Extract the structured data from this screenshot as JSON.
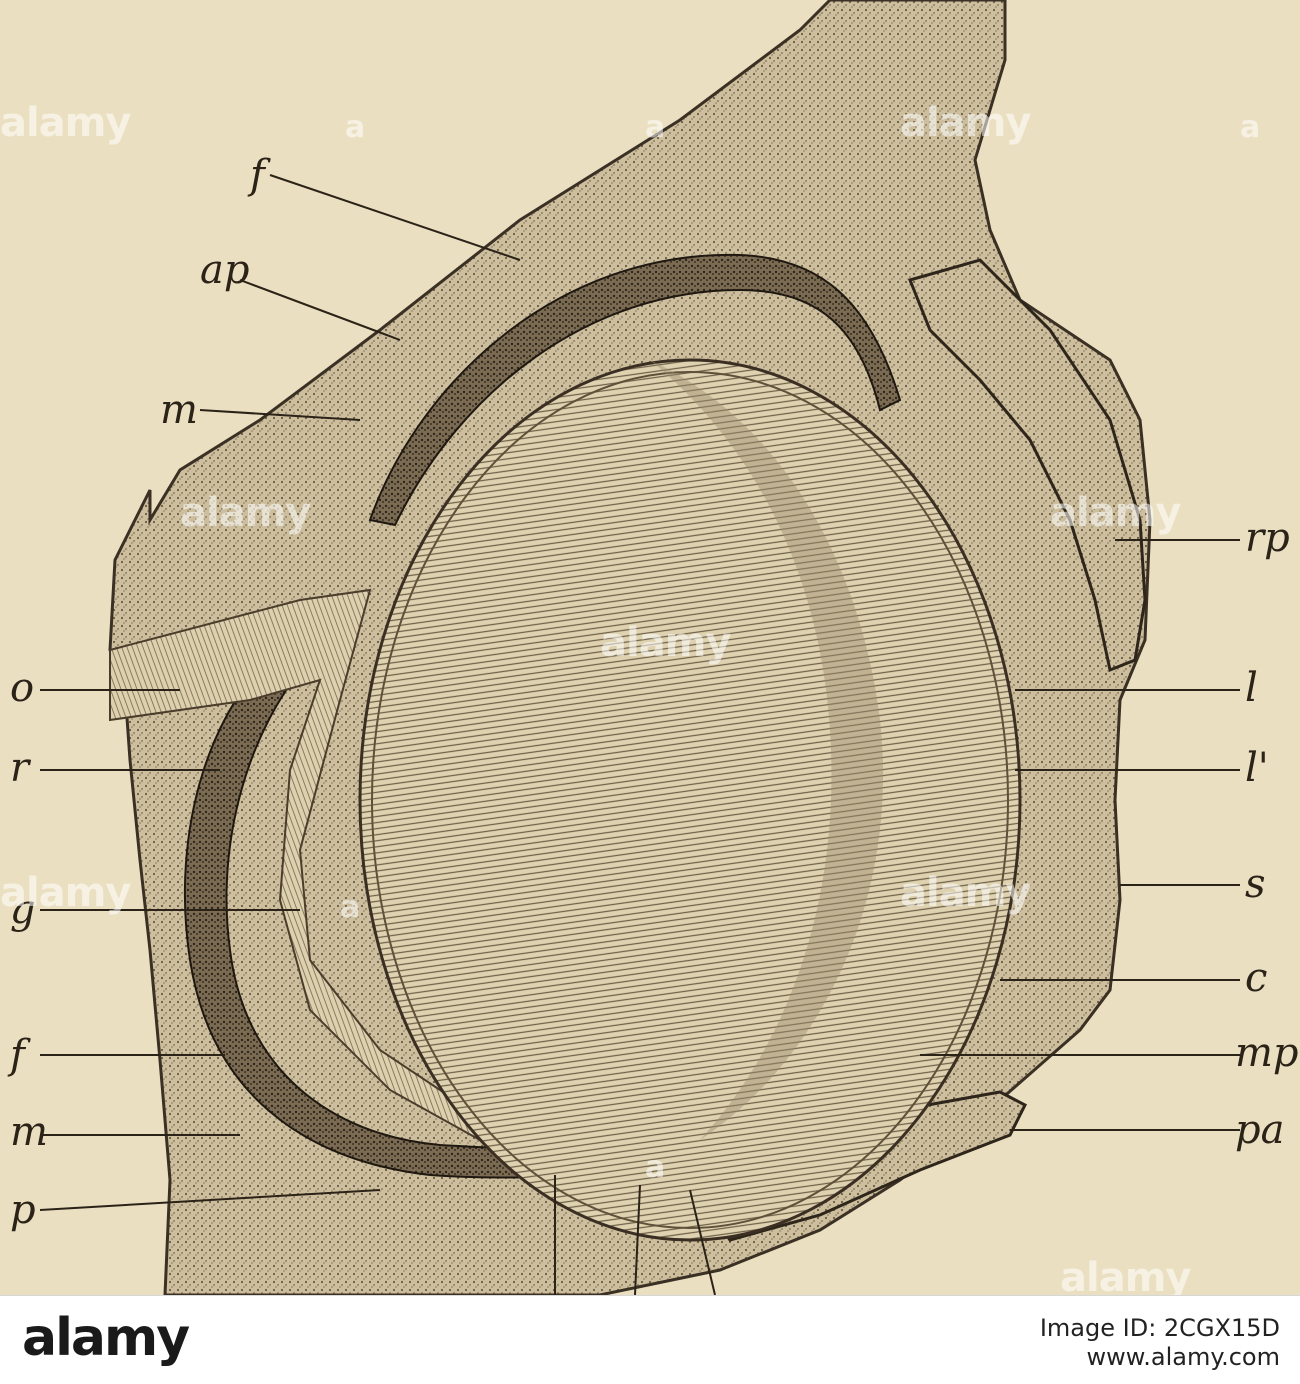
{
  "figure": {
    "labels": {
      "f_top": "f",
      "ap": "ap",
      "m_top": "m",
      "o": "o",
      "r": "r",
      "g": "g",
      "f_bottom": "f",
      "m_bottom": "m",
      "p": "p",
      "rp": "rp",
      "l": "l",
      "l_prime": "l'",
      "s": "s",
      "c": "c",
      "mp": "mp",
      "pa": "pa"
    },
    "colors": {
      "paper": "#eadfc0",
      "ink": "#2b2218"
    }
  },
  "watermark": {
    "text": "alamy",
    "small": "a"
  },
  "footer": {
    "logo": "alamy",
    "image_id": "Image ID: 2CGX15D",
    "url": "www.alamy.com"
  }
}
